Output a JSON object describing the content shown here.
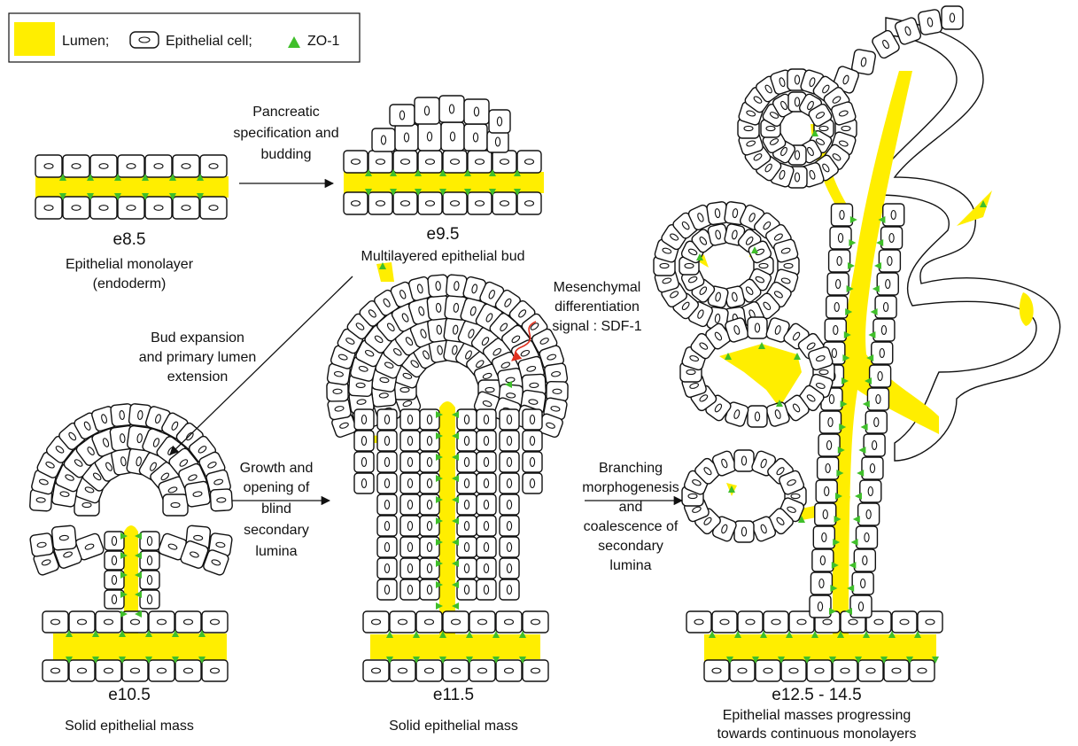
{
  "legend": {
    "lumen": "Lumen;",
    "cell": "Epithelial cell;",
    "zo1": "ZO-1"
  },
  "colors": {
    "lumen": "#ffee00",
    "zo1": "#3fbf2a",
    "outline": "#111111"
  },
  "stages": [
    {
      "stage": "e8.5",
      "caption": [
        "Epithelial monolayer",
        "(endoderm)"
      ]
    },
    {
      "stage": "e9.5",
      "caption": [
        "Multilayered epithelial bud"
      ]
    },
    {
      "stage": "e10.5",
      "caption": [
        "Solid epithelial mass"
      ]
    },
    {
      "stage": "e11.5",
      "caption": [
        "Solid epithelial mass"
      ]
    },
    {
      "stage": "e12.5 - 14.5",
      "caption": [
        "Epithelial masses progressing",
        "towards continuous monolayers"
      ]
    }
  ],
  "transitions": [
    {
      "lines": [
        "Pancreatic",
        "specification and",
        "budding"
      ]
    },
    {
      "lines": [
        "Bud expansion",
        "and primary lumen",
        "extension"
      ]
    },
    {
      "lines": [
        "Growth and",
        "opening of",
        "blind",
        "secondary",
        "lumina"
      ]
    },
    {
      "lines": [
        "Branching",
        "morphogenesis",
        "and",
        "coalescence of",
        "secondary",
        "lumina"
      ]
    }
  ],
  "signal": {
    "lines": [
      "Mesenchymal",
      "differentiation",
      "signal : SDF-1"
    ]
  }
}
